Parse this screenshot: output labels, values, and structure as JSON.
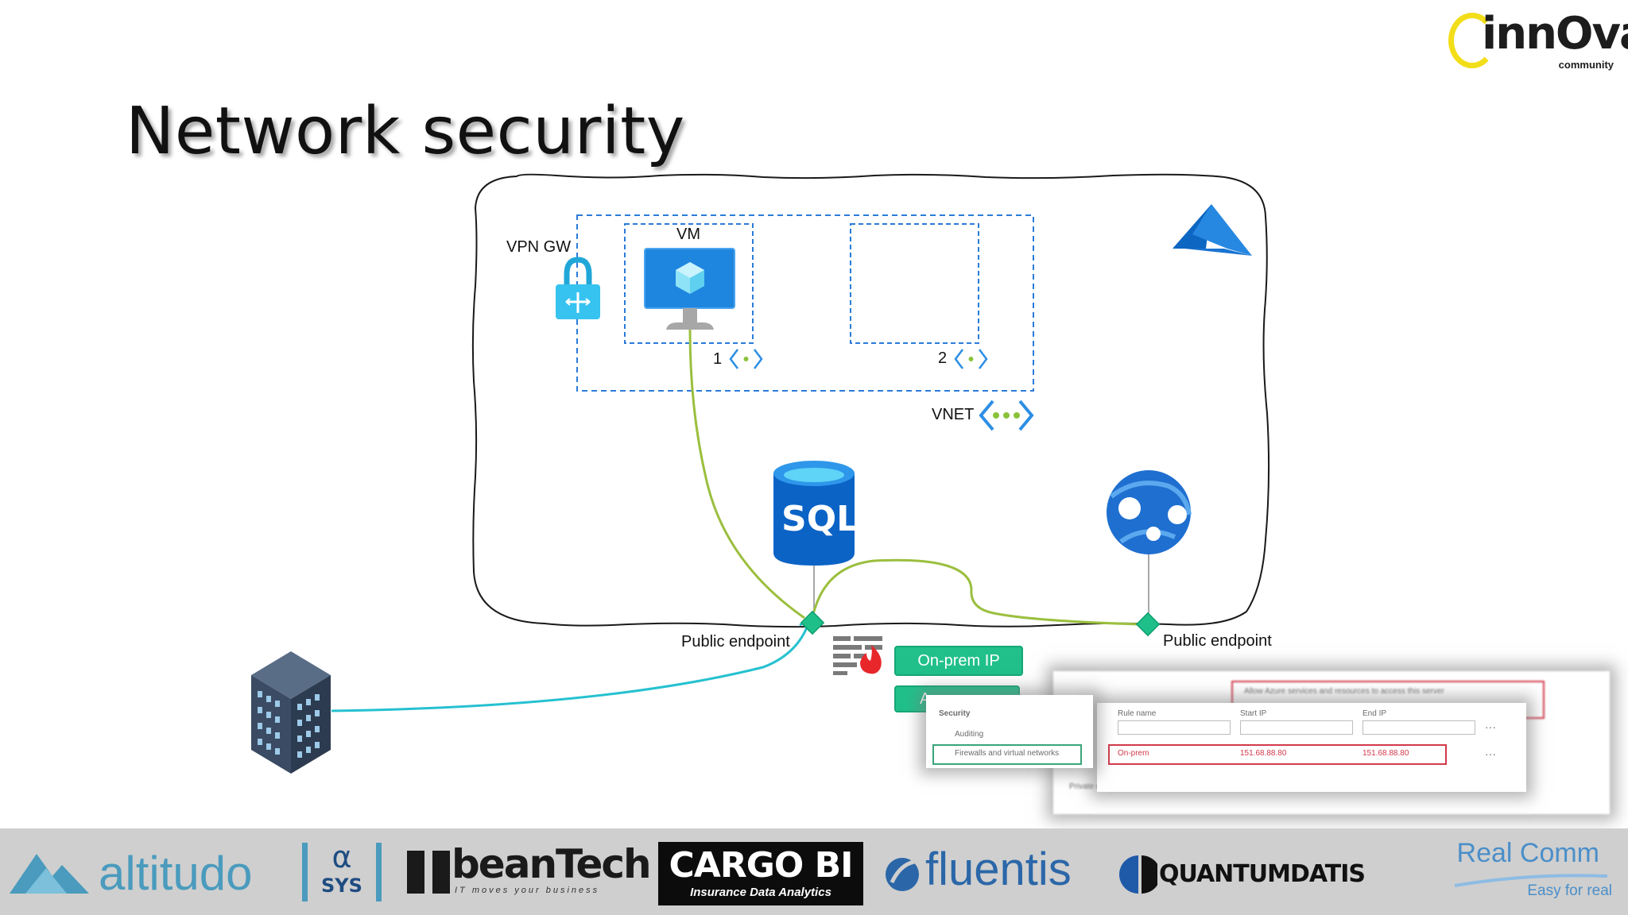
{
  "slide": {
    "title": "Network security"
  },
  "brand": {
    "logo_word": "innOva",
    "logo_sub": "community"
  },
  "diagram": {
    "labels": {
      "vpn_gw": "VPN GW",
      "vm": "VM",
      "subnet_1": "1",
      "subnet_2": "2",
      "vnet": "VNET",
      "sql": "SQL",
      "public_endpoint_sql": "Public endpoint",
      "public_endpoint_app": "Public endpoint"
    },
    "firewall_rules": {
      "on_prem_ip": "On-prem IP",
      "second_rule_partial": "A"
    },
    "icons": {
      "azure_logo": "azure-logo-icon",
      "vpn_gateway": "vpn-gateway-icon",
      "virtual_machine": "virtual-machine-icon",
      "subnet": "subnet-icon",
      "virtual_network": "virtual-network-icon",
      "sql_database": "sql-database-icon",
      "app_service": "app-service-icon",
      "firewall": "firewall-icon",
      "on_prem_building": "on-prem-building-icon",
      "endpoint": "endpoint-diamond-icon"
    },
    "colors": {
      "azure_blue": "#0078d4",
      "dashed_boundary": "#2b7bd8",
      "connection_green": "#9bbf3f",
      "connection_cyan": "#25c1d0",
      "endpoint_green": "#1fbf8a",
      "pill_green": "#21c08b"
    }
  },
  "portal_overlay": {
    "security_heading": "Security",
    "menu_auditing": "Auditing",
    "menu_firewalls": "Firewalls and virtual networks",
    "menu_private_endpoints": "Private endpoint connections",
    "allow_azure_services": "Allow Azure services and resources to access this server",
    "col_rule_name": "Rule name",
    "col_start_ip": "Start IP",
    "col_end_ip": "End IP",
    "row_rule_name": "On-prem",
    "row_start_ip": "151.68.88.80",
    "row_end_ip": "151.68.88.80",
    "more": "···"
  },
  "sponsors": {
    "altitudo": "altitudo",
    "asys_alpha": "α",
    "asys_sys": "SYS",
    "beantech": "beanTech",
    "beantech_tagline": "IT moves your business",
    "cargo_bi": "CARGO BI",
    "cargo_bi_tagline": "Insurance Data Analytics",
    "fluentis": "fluentis",
    "quantumdatis": "QUANTUMDATIS",
    "realcomm": "Real Comm",
    "realcomm_tagline": "Easy for real"
  }
}
